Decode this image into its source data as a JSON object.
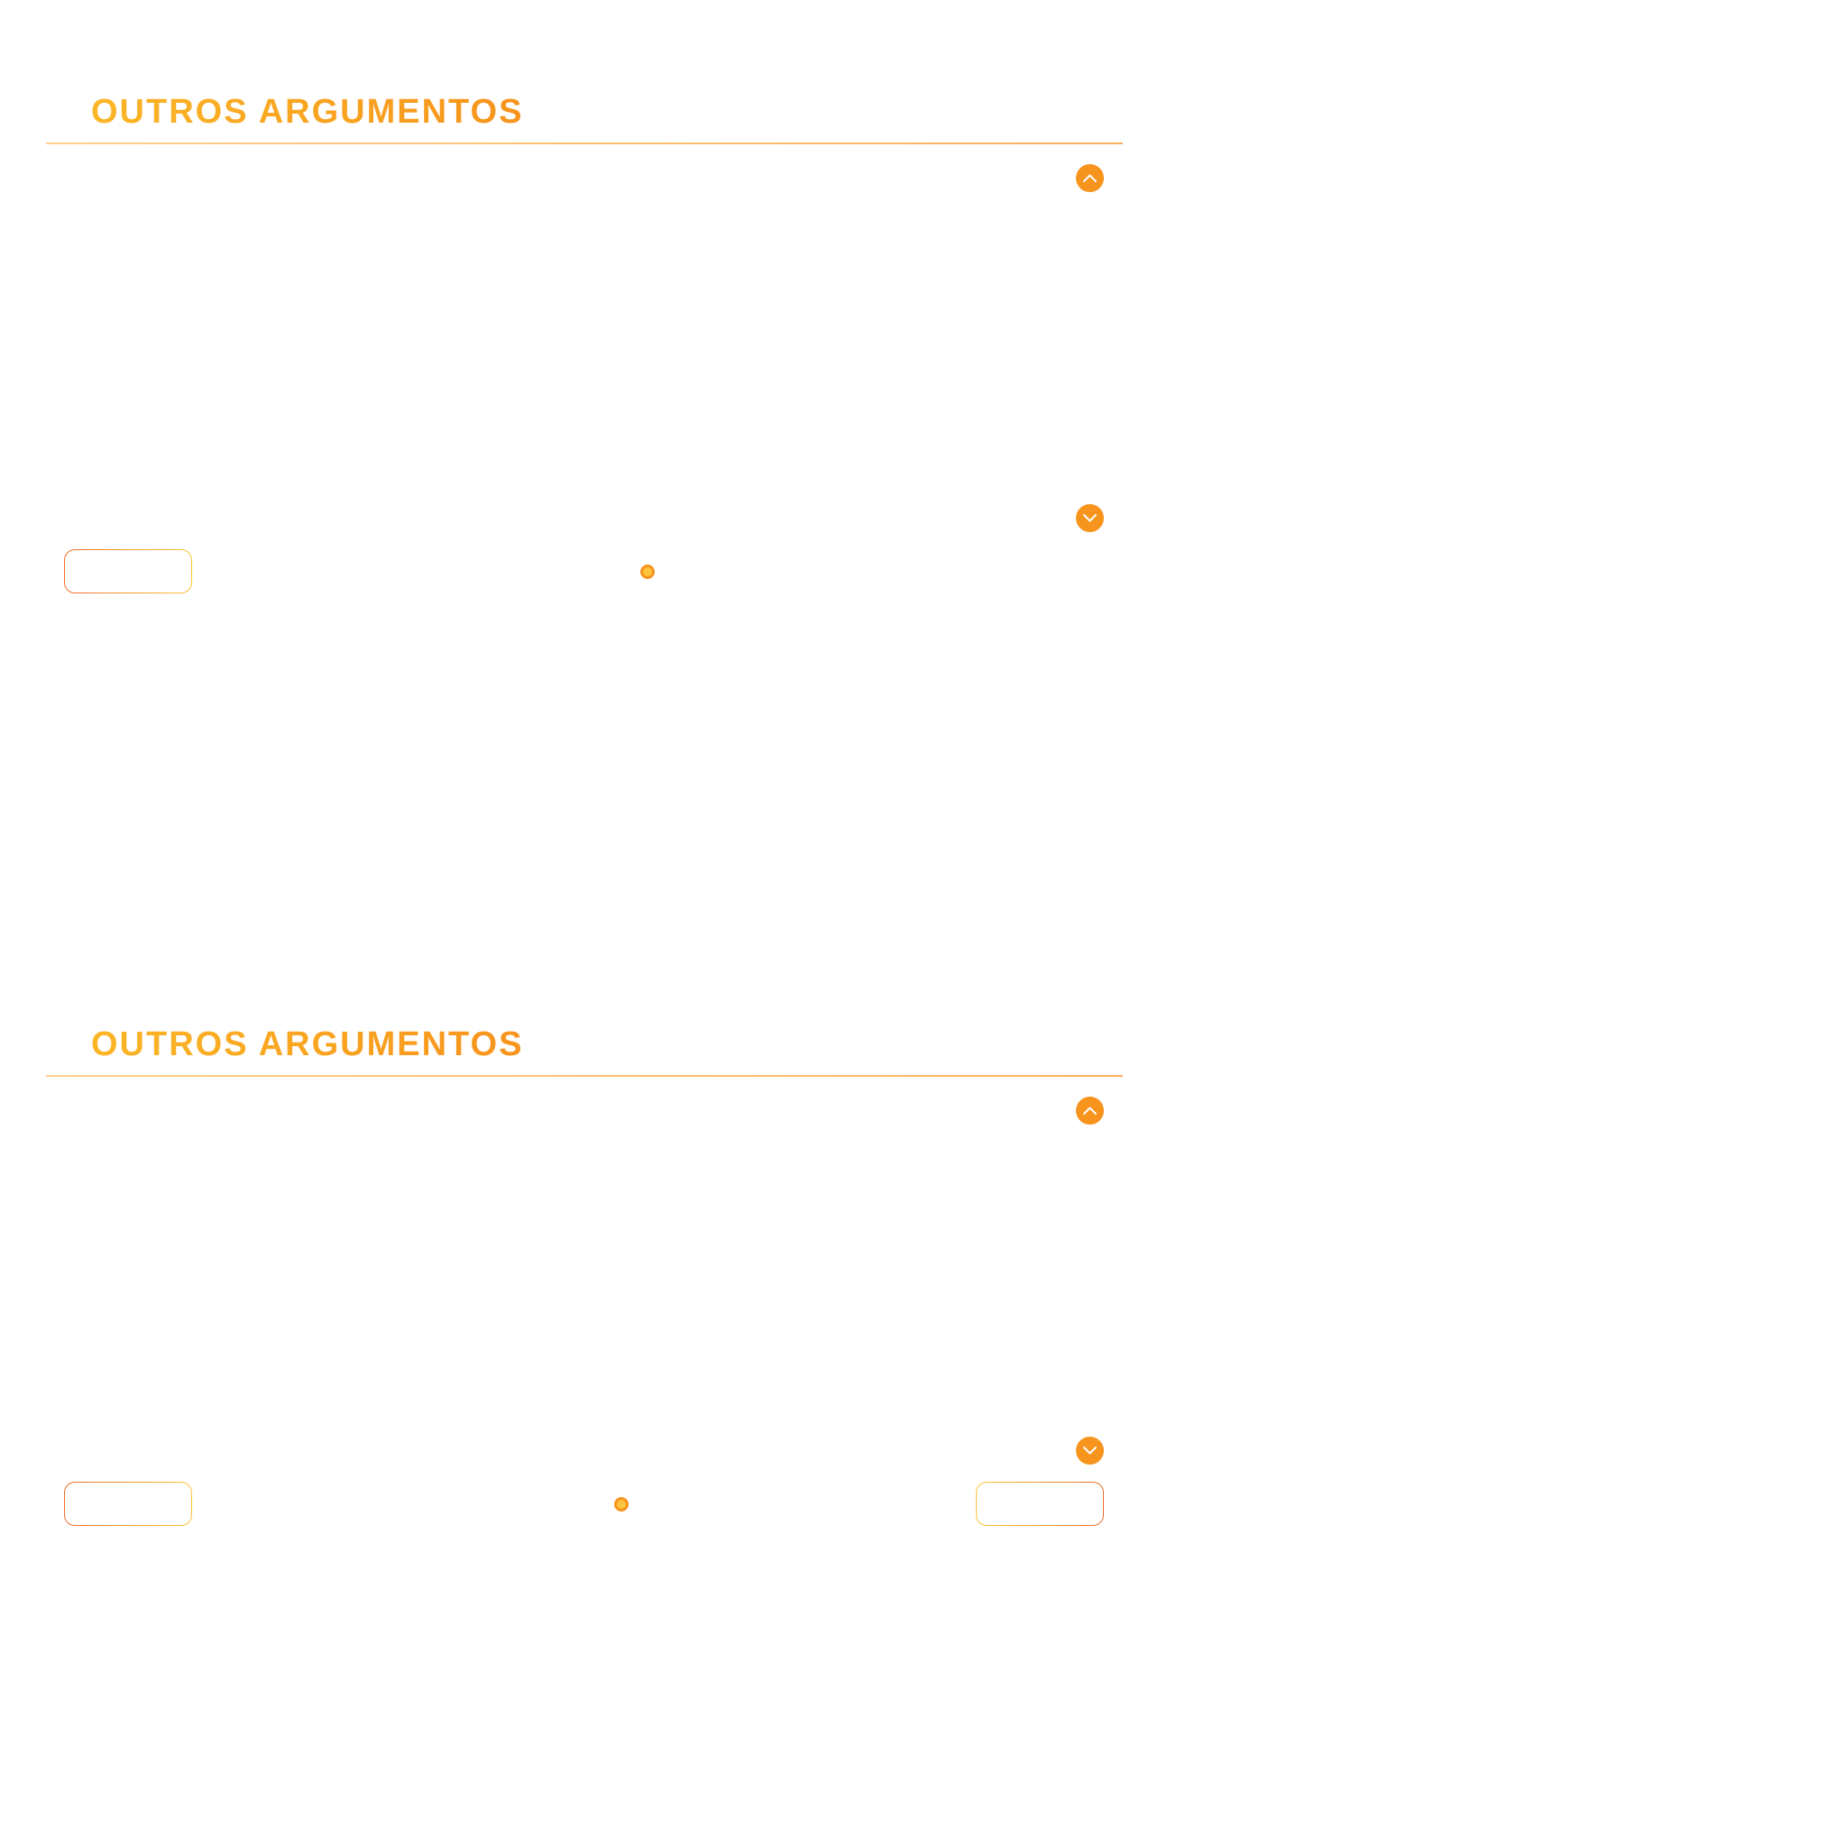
{
  "colors": {
    "accent": "#f7941d",
    "accent_light": "#fbb626",
    "divider": "#fdd08a",
    "background": "#ffffff"
  },
  "panels": [
    {
      "title": "OUTROS ARGUMENTOS",
      "scroll_up_icon": "chevron-up-icon",
      "scroll_down_icon": "chevron-down-icon",
      "prev_label": "",
      "pagination": {
        "pages": 1,
        "current": 1
      }
    },
    {
      "title": "OUTROS ARGUMENTOS",
      "scroll_up_icon": "chevron-up-icon",
      "scroll_down_icon": "chevron-down-icon",
      "prev_label": "",
      "next_label": "",
      "pagination": {
        "pages": 1,
        "current": 1
      }
    }
  ]
}
